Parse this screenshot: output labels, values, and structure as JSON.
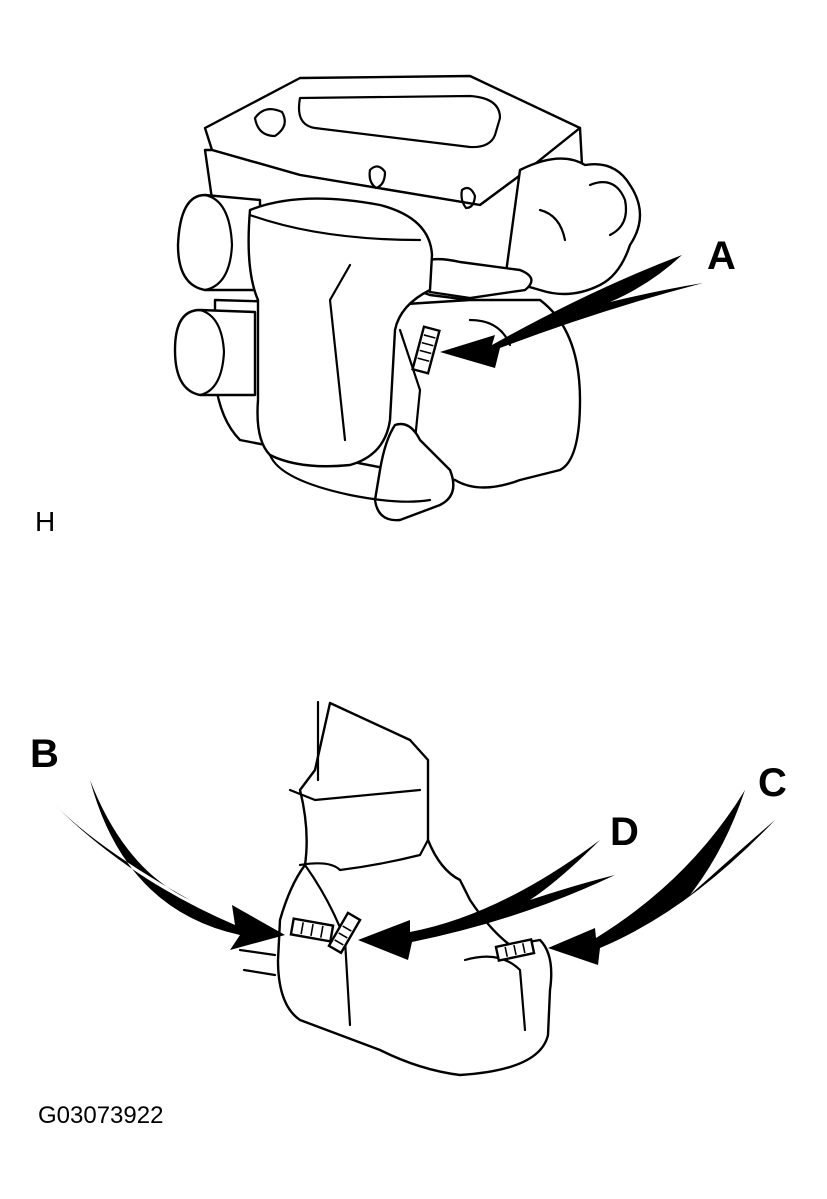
{
  "labels": {
    "a": "A",
    "b": "B",
    "c": "C",
    "d": "D",
    "view": "H",
    "figure_code": "G03073922"
  },
  "colors": {
    "line": "#000000",
    "background": "#ffffff"
  }
}
